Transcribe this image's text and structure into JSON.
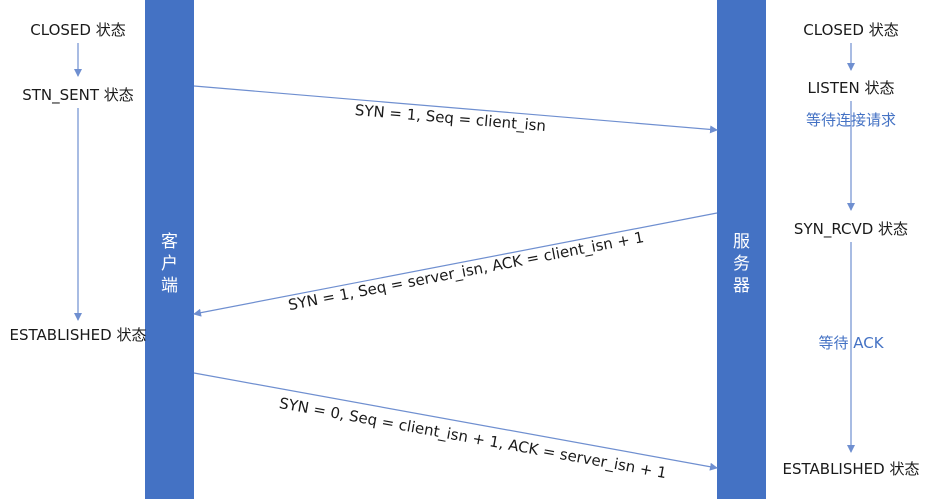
{
  "colors": {
    "lane_fill": "#4472c4",
    "arrow": "#6f8fd0",
    "wait_text": "#4472c4",
    "state_text": "#1a1a1a"
  },
  "client": {
    "lane_label": [
      "客",
      "户",
      "端"
    ],
    "states": {
      "closed": "CLOSED 状态",
      "syn_sent": "STN_SENT 状态",
      "established": "ESTABLISHED 状态"
    }
  },
  "server": {
    "lane_label": [
      "服",
      "务",
      "器"
    ],
    "states": {
      "closed": "CLOSED 状态",
      "listen": "LISTEN 状态",
      "syn_rcvd": "SYN_RCVD 状态",
      "established": "ESTABLISHED 状态"
    },
    "waits": {
      "wait_conn": "等待连接请求",
      "wait_ack": "等待 ACK"
    }
  },
  "messages": {
    "syn": "SYN = 1, Seq = client_isn",
    "syn_ack": "SYN = 1, Seq = server_isn, ACK = client_isn + 1",
    "ack": "SYN = 0, Seq = client_isn + 1, ACK = server_isn + 1"
  }
}
